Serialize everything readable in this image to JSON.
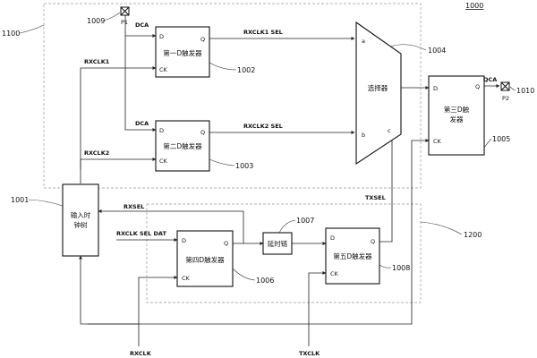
{
  "figure_number": "1000",
  "regions": {
    "upper": "1100",
    "lower": "1200"
  },
  "blocks": {
    "dff1": {
      "label": "第一D触发器",
      "ref": "1002",
      "d": "D",
      "q": "Q",
      "ck": "CK"
    },
    "dff2": {
      "label": "第二D触发器",
      "ref": "1003",
      "d": "D",
      "q": "Q",
      "ck": "CK"
    },
    "dff3": {
      "label_line1": "第三D触",
      "label_line2": "发器",
      "ref": "1005",
      "d": "D",
      "q": "Q",
      "ck": "CK"
    },
    "dff4": {
      "label": "第四D触发器",
      "ref": "1006",
      "d": "D",
      "q": "Q",
      "ck": "CK"
    },
    "dff5": {
      "label": "第五D触发器",
      "ref": "1008",
      "d": "D",
      "q": "Q",
      "ck": "CK"
    },
    "mux": {
      "label": "选择器",
      "ref": "1004",
      "in_a": "a",
      "in_b": "b",
      "sel_c": "c"
    },
    "input_clock_tree": {
      "label_line1": "输入时",
      "label_line2": "钟树",
      "ref": "1001"
    },
    "delay_chain": {
      "label": "延时链",
      "ref": "1007"
    }
  },
  "pins": {
    "p1": {
      "name": "P1",
      "ref": "1009"
    },
    "p2": {
      "name": "P2",
      "ref": "1010"
    }
  },
  "signals": {
    "dca_top": "DCA",
    "dca_mid": "DCA",
    "rxclk1": "RXCLK1",
    "rxclk2": "RXCLK2",
    "rxclk1_sel": "RXCLK1 SEL",
    "rxclk2_sel": "RXCLK2 SEL",
    "qca": "QCA",
    "txsel": "TXSEL",
    "rxsel": "RXSEL",
    "rxclk_sel_dat": "RXCLK SEL DAT",
    "rxclk": "RXCLK",
    "txclk": "TXCLK"
  }
}
